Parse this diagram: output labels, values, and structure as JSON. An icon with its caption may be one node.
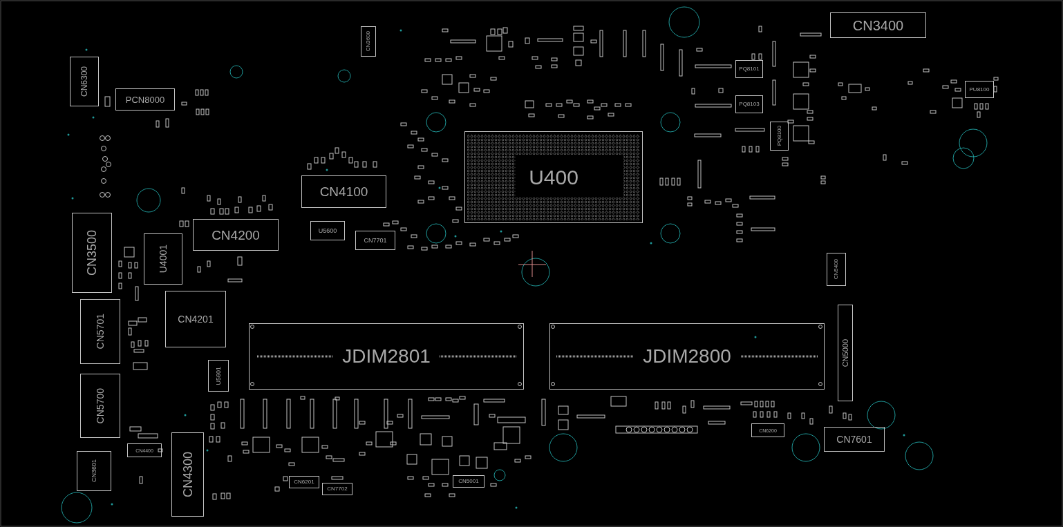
{
  "diagram": {
    "nodes": [
      {
        "text": [
          "CN3600"
        ]
      },
      {
        "text": [
          "CN3400"
        ]
      },
      {
        "text": [
          "CN6300"
        ]
      },
      {
        "text": [
          "PCN8000"
        ]
      },
      {
        "text": [
          "PQ8101"
        ]
      },
      {
        "text": [
          "PQ8103"
        ]
      },
      {
        "text": [
          "PQ8100"
        ]
      },
      {
        "text": [
          "PU8100"
        ]
      },
      {
        "text": [
          "U400"
        ]
      },
      {
        "text": [
          "CN4100"
        ]
      },
      {
        "text": [
          "CN4200"
        ]
      },
      {
        "text": [
          "CN3500"
        ]
      },
      {
        "text": [
          "U4001"
        ]
      },
      {
        "text": [
          "U5600"
        ]
      },
      {
        "text": [
          "CN7701"
        ]
      },
      {
        "text": [
          "CN5400"
        ]
      },
      {
        "text": [
          "CN4201"
        ]
      },
      {
        "text": [
          "CN5701"
        ]
      },
      {
        "text": [
          "JDIM2801"
        ]
      },
      {
        "text": [
          "JDIM2800"
        ]
      },
      {
        "text": [
          "CN5000"
        ]
      },
      {
        "text": [
          "U5601"
        ]
      },
      {
        "text": [
          "CN5700"
        ]
      },
      {
        "text": [
          "CN4400"
        ]
      },
      {
        "text": [
          "CN4300"
        ]
      },
      {
        "text": [
          "CN3601"
        ]
      },
      {
        "text": [
          "CN6201"
        ]
      },
      {
        "text": [
          "CN7702"
        ]
      },
      {
        "text": [
          "CN5001"
        ]
      },
      {
        "text": [
          "CN6200"
        ]
      },
      {
        "text": [
          "CN7601"
        ]
      }
    ]
  }
}
